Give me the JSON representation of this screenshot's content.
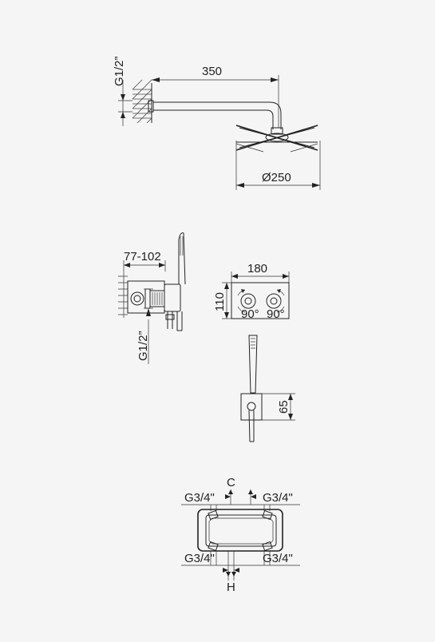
{
  "drawing": {
    "shower_arm": {
      "thread_label": "G1/2”",
      "length_label": "350",
      "head_diameter_label": "Ø250"
    },
    "mixer_side": {
      "depth_label": "77-102",
      "thread_label": "G1/2”"
    },
    "mixer_front": {
      "width_label": "180",
      "height_label": "110",
      "angle_left_label": "90°",
      "angle_right_label": "90°"
    },
    "hand_shower": {
      "height_label": "65"
    },
    "valve_body": {
      "top_center_label": "C",
      "top_left_label": "G3/4\"",
      "top_right_label": "G3/4\"",
      "bottom_left_label": "G3/4\"",
      "bottom_right_label": "G3/4\"",
      "bottom_center_label": "H"
    }
  }
}
